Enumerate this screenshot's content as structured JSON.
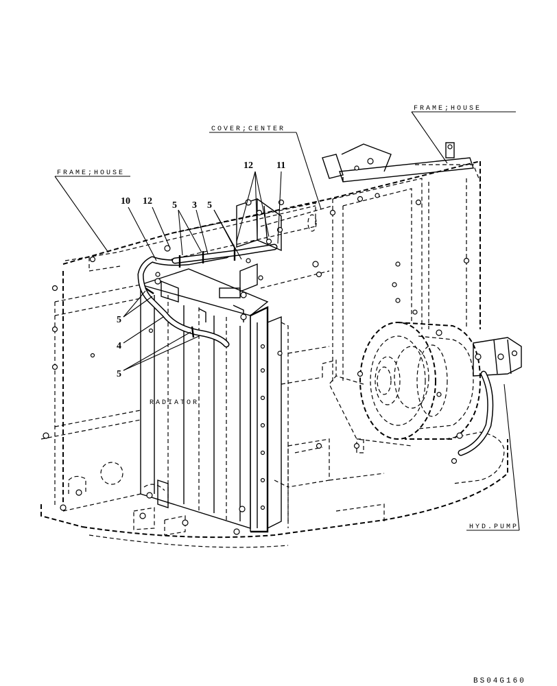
{
  "labels": {
    "frame_house_right": "FRAME;HOUSE",
    "frame_house_left": "FRAME;HOUSE",
    "cover_center": "COVER;CENTER",
    "radiator": "RADIATOR",
    "hyd_pump": "HYD.PUMP"
  },
  "callouts": {
    "c12_top": "12",
    "c11": "11",
    "c10": "10",
    "c12_left": "12",
    "c5_a": "5",
    "c3": "3",
    "c5_b": "5",
    "c5_c": "5",
    "c4": "4",
    "c5_d": "5"
  },
  "drawing_code": "BS04G160"
}
